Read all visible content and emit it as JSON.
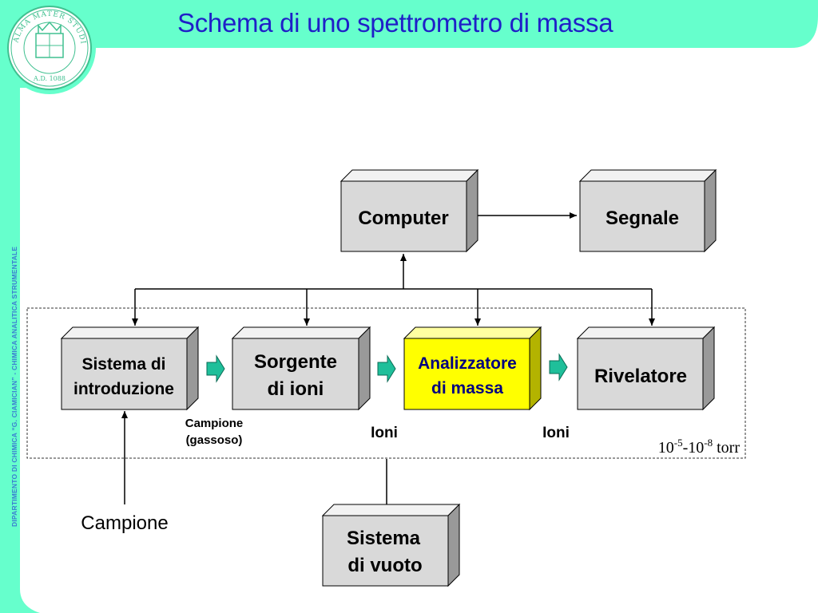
{
  "slide": {
    "title": "Schema di uno spettrometro di massa",
    "sidebar_text": "DIPARTIMENTO DI CHIMICA “G. CIAMICIAN” - CHIMICA ANALITICA STRUMENTALE",
    "seal_text": "ALMA MATER STUDIORUM",
    "seal_year": "A.D. 1088"
  },
  "colors": {
    "accent_green": "#66ffcc",
    "title_blue": "#1f1fc8",
    "box_face": "#d9d9d9",
    "highlight_face": "#ffff00",
    "highlight_text": "#000080",
    "arrow_fill": "#1fbf9a"
  },
  "diagram": {
    "computer": "Computer",
    "segnale": "Segnale",
    "sistema_introduzione": [
      "Sistema di",
      "introduzione"
    ],
    "sorgente": [
      "Sorgente",
      "di ioni"
    ],
    "analizzatore": [
      "Analizzatore",
      "di massa"
    ],
    "rivelatore": "Rivelatore",
    "sistema_vuoto": [
      "Sistema",
      "di vuoto"
    ],
    "campione_gassoso": [
      "Campione",
      "(gassoso)"
    ],
    "ioni_1": "Ioni",
    "ioni_2": "Ioni",
    "campione": "Campione",
    "pressure": {
      "base1": "10",
      "exp1": "-5",
      "sep": "-10",
      "exp2": "-8",
      "unit": " torr"
    }
  }
}
